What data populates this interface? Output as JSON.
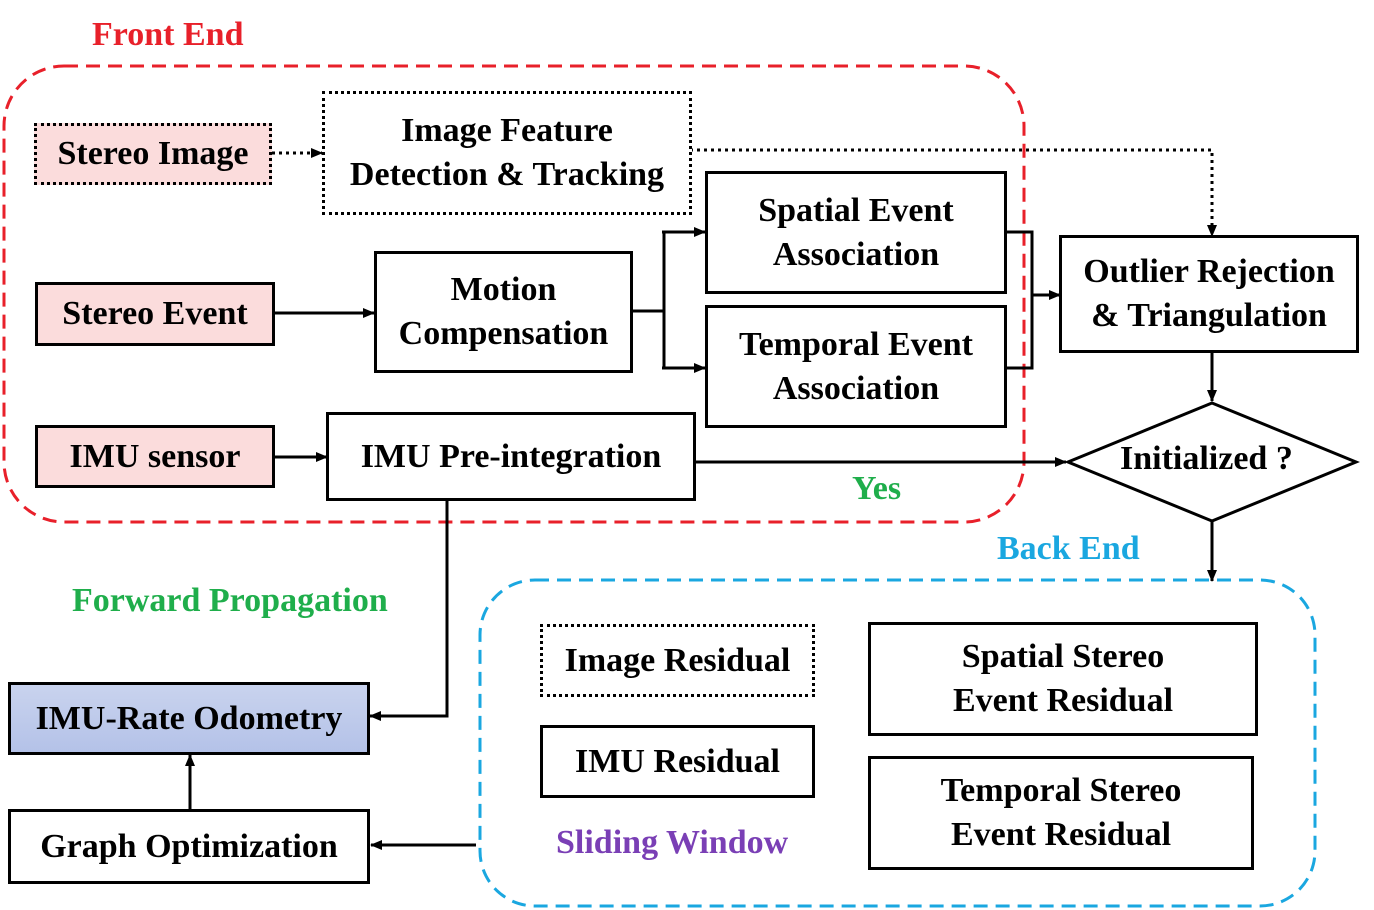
{
  "regions": {
    "front_end": "Front End",
    "back_end": "Back End",
    "sliding_window": "Sliding Window"
  },
  "labels": {
    "yes": "Yes",
    "forward_propagation": "Forward Propagation"
  },
  "nodes": {
    "stereo_image": "Stereo Image",
    "image_feature_line1": "Image Feature",
    "image_feature_line2": "Detection & Tracking",
    "stereo_event": "Stereo Event",
    "motion_line1": "Motion",
    "motion_line2": "Compensation",
    "spatial_assoc_line1": "Spatial Event",
    "spatial_assoc_line2": "Association",
    "temporal_assoc_line1": "Temporal Event",
    "temporal_assoc_line2": "Association",
    "outlier_line1": "Outlier Rejection",
    "outlier_line2": "& Triangulation",
    "imu_sensor": "IMU sensor",
    "imu_preint": "IMU Pre-integration",
    "initialized": "Initialized ?",
    "image_residual": "Image Residual",
    "imu_residual": "IMU Residual",
    "spatial_res_line1": "Spatial Stereo",
    "spatial_res_line2": "Event Residual",
    "temporal_res_line1": "Temporal Stereo",
    "temporal_res_line2": "Event Residual",
    "imu_rate_odometry": "IMU-Rate Odometry",
    "graph_optimization": "Graph Optimization"
  },
  "colors": {
    "front_end": "#e8202a",
    "back_end": "#1aa7e0",
    "yes": "#1fae4b",
    "forward": "#1fae4b",
    "sliding": "#7a3fb5",
    "input_fill": "#fbdcdc",
    "odometry_fill": "#b4c2e8"
  }
}
